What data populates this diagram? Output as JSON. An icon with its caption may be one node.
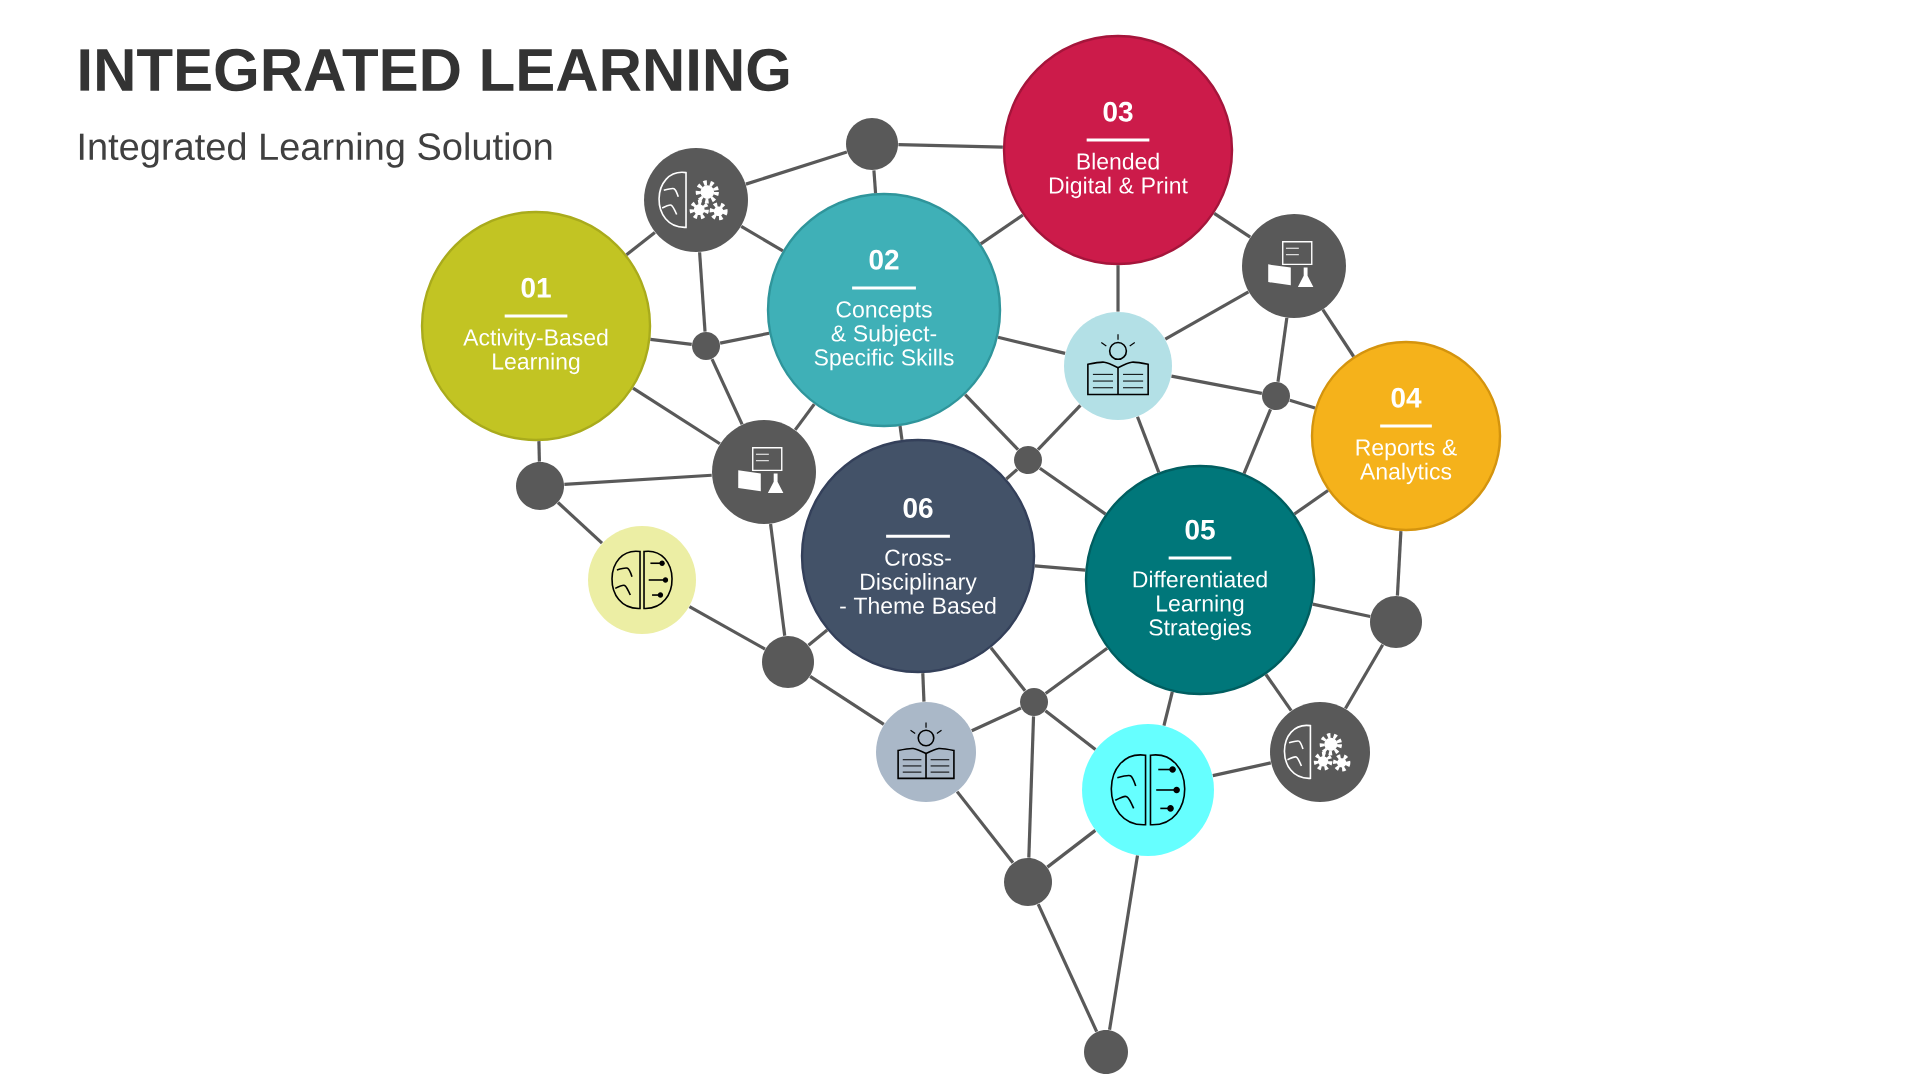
{
  "diagram": {
    "title": "INTEGRATED LEARNING",
    "caption": "Integrated Learning Solution",
    "nodes": [
      {
        "text": [
          "01",
          "Activity-Based Learning"
        ]
      },
      {
        "text": [
          "02",
          "Concepts & Subject-Specific Skills"
        ]
      },
      {
        "text": [
          "03",
          "Blended Digital & Print"
        ]
      },
      {
        "text": [
          "04",
          "Reports & Analytics"
        ]
      },
      {
        "text": [
          "05",
          "Differentiated Learning Strategies"
        ]
      },
      {
        "text": [
          "06",
          "Cross-Disciplinary - Theme Based"
        ]
      },
      {
        "text": [],
        "shape": "picture"
      },
      {
        "text": [],
        "shape": "picture"
      },
      {
        "text": [],
        "shape": "picture"
      },
      {
        "text": [],
        "shape": "picture"
      },
      {
        "text": [],
        "shape": "picture"
      },
      {
        "text": [],
        "shape": "picture"
      },
      {
        "text": [],
        "shape": "picture"
      },
      {
        "text": [],
        "shape": "picture"
      },
      {
        "text": [],
        "shape": "circle"
      },
      {
        "text": [],
        "shape": "circle"
      },
      {
        "text": [],
        "shape": "circle"
      },
      {
        "text": [],
        "shape": "circle"
      },
      {
        "text": [],
        "shape": "circle"
      },
      {
        "text": [],
        "shape": "circle"
      },
      {
        "text": [],
        "shape": "circle"
      },
      {
        "text": [],
        "shape": "circle"
      },
      {
        "text": [],
        "shape": "circle"
      },
      {
        "text": [],
        "shape": "circle"
      }
    ],
    "edges": [
      {
        "from": 14,
        "to": 6,
        "arrow": "none"
      },
      {
        "from": 14,
        "to": 2,
        "arrow": "none"
      },
      {
        "from": 14,
        "to": 1,
        "arrow": "none"
      },
      {
        "from": 6,
        "to": 0,
        "arrow": "none"
      },
      {
        "from": 6,
        "to": 1,
        "arrow": "none"
      },
      {
        "from": 6,
        "to": 15,
        "arrow": "none"
      },
      {
        "from": 0,
        "to": 15,
        "arrow": "none"
      },
      {
        "from": 15,
        "to": 1,
        "arrow": "none"
      },
      {
        "from": 15,
        "to": 9,
        "arrow": "none"
      },
      {
        "from": 0,
        "to": 9,
        "arrow": "none"
      },
      {
        "from": 0,
        "to": 16,
        "arrow": "none"
      },
      {
        "from": 16,
        "to": 9,
        "arrow": "none"
      },
      {
        "from": 9,
        "to": 1,
        "arrow": "none"
      },
      {
        "from": 16,
        "to": 10,
        "arrow": "none"
      },
      {
        "from": 9,
        "to": 17,
        "arrow": "none"
      },
      {
        "from": 10,
        "to": 17,
        "arrow": "none"
      },
      {
        "from": 1,
        "to": 5,
        "arrow": "none"
      },
      {
        "from": 1,
        "to": 18,
        "arrow": "none"
      },
      {
        "from": 1,
        "to": 7,
        "arrow": "none"
      },
      {
        "from": 1,
        "to": 2,
        "arrow": "none"
      },
      {
        "from": 2,
        "to": 7,
        "arrow": "none"
      },
      {
        "from": 5,
        "to": 18,
        "arrow": "none"
      },
      {
        "from": 17,
        "to": 5,
        "arrow": "none"
      },
      {
        "from": 18,
        "to": 4,
        "arrow": "none"
      },
      {
        "from": 7,
        "to": 18,
        "arrow": "none"
      },
      {
        "from": 2,
        "to": 8,
        "arrow": "none"
      },
      {
        "from": 7,
        "to": 8,
        "arrow": "none"
      },
      {
        "from": 7,
        "to": 19,
        "arrow": "none"
      },
      {
        "from": 7,
        "to": 4,
        "arrow": "none"
      },
      {
        "from": 8,
        "to": 19,
        "arrow": "none"
      },
      {
        "from": 8,
        "to": 3,
        "arrow": "none"
      },
      {
        "from": 19,
        "to": 3,
        "arrow": "none"
      },
      {
        "from": 19,
        "to": 4,
        "arrow": "none"
      },
      {
        "from": 5,
        "to": 4,
        "arrow": "none"
      },
      {
        "from": 4,
        "to": 3,
        "arrow": "none"
      },
      {
        "from": 3,
        "to": 20,
        "arrow": "none"
      },
      {
        "from": 4,
        "to": 20,
        "arrow": "none"
      },
      {
        "from": 20,
        "to": 13,
        "arrow": "none"
      },
      {
        "from": 4,
        "to": 13,
        "arrow": "none"
      },
      {
        "from": 12,
        "to": 13,
        "arrow": "none"
      },
      {
        "from": 4,
        "to": 12,
        "arrow": "none"
      },
      {
        "from": 5,
        "to": 21,
        "arrow": "none"
      },
      {
        "from": 21,
        "to": 4,
        "arrow": "none"
      },
      {
        "from": 5,
        "to": 11,
        "arrow": "none"
      },
      {
        "from": 17,
        "to": 11,
        "arrow": "none"
      },
      {
        "from": 11,
        "to": 21,
        "arrow": "none"
      },
      {
        "from": 21,
        "to": 12,
        "arrow": "none"
      },
      {
        "from": 21,
        "to": 22,
        "arrow": "none"
      },
      {
        "from": 11,
        "to": 22,
        "arrow": "none"
      },
      {
        "from": 12,
        "to": 22,
        "arrow": "none"
      },
      {
        "from": 22,
        "to": 23,
        "arrow": "none"
      },
      {
        "from": 12,
        "to": 23,
        "arrow": "none"
      }
    ]
  }
}
